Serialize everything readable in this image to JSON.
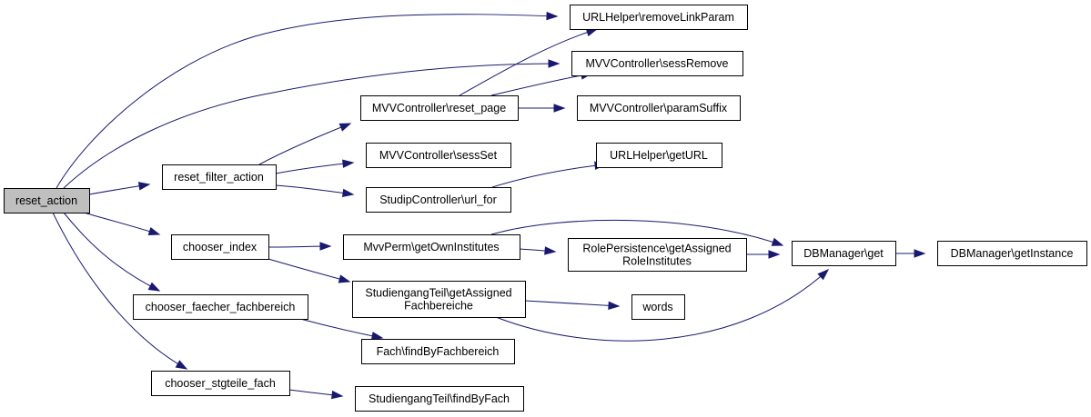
{
  "diagram": {
    "nodes": [
      {
        "id": "reset_action",
        "lines": [
          "reset_action"
        ],
        "root": true
      },
      {
        "id": "reset_filter_action",
        "lines": [
          "reset_filter_action"
        ]
      },
      {
        "id": "chooser_index",
        "lines": [
          "chooser_index"
        ]
      },
      {
        "id": "chooser_faecher_fachbereich",
        "lines": [
          "chooser_faecher_fachbereich"
        ]
      },
      {
        "id": "chooser_stgteile_fach",
        "lines": [
          "chooser_stgteile_fach"
        ]
      },
      {
        "id": "urlhelper_removelinkparam",
        "lines": [
          "URLHelper\\removeLinkParam"
        ]
      },
      {
        "id": "mvvcontroller_sessremove",
        "lines": [
          "MVVController\\sessRemove"
        ]
      },
      {
        "id": "mvvcontroller_reset_page",
        "lines": [
          "MVVController\\reset_page"
        ]
      },
      {
        "id": "mvvcontroller_paramsuffix",
        "lines": [
          "MVVController\\paramSuffix"
        ]
      },
      {
        "id": "mvvcontroller_sessset",
        "lines": [
          "MVVController\\sessSet"
        ]
      },
      {
        "id": "urlhelper_geturl",
        "lines": [
          "URLHelper\\getURL"
        ]
      },
      {
        "id": "studipcontroller_url_for",
        "lines": [
          "StudipController\\url_for"
        ]
      },
      {
        "id": "mvvperm_getowninstitutes",
        "lines": [
          "MvvPerm\\getOwnInstitutes"
        ]
      },
      {
        "id": "rolepersistence_getassignedroleinstitutes",
        "lines": [
          "RolePersistence\\getAssigned",
          "RoleInstitutes"
        ]
      },
      {
        "id": "dbmanager_get",
        "lines": [
          "DBManager\\get"
        ]
      },
      {
        "id": "dbmanager_getinstance",
        "lines": [
          "DBManager\\getInstance"
        ]
      },
      {
        "id": "studiengangteil_getassignedfachbereiche",
        "lines": [
          "StudiengangTeil\\getAssigned",
          "Fachbereiche"
        ]
      },
      {
        "id": "words",
        "lines": [
          "words"
        ]
      },
      {
        "id": "fach_findbyfachbereich",
        "lines": [
          "Fach\\findByFachbereich"
        ]
      },
      {
        "id": "studiengangteil_findbyfach",
        "lines": [
          "StudiengangTeil\\findByFach"
        ]
      }
    ],
    "edges": [
      {
        "from": "reset_action",
        "to": "urlhelper_removelinkparam"
      },
      {
        "from": "reset_action",
        "to": "mvvcontroller_sessremove"
      },
      {
        "from": "reset_action",
        "to": "reset_filter_action"
      },
      {
        "from": "reset_action",
        "to": "chooser_index"
      },
      {
        "from": "reset_action",
        "to": "chooser_faecher_fachbereich"
      },
      {
        "from": "reset_action",
        "to": "chooser_stgteile_fach"
      },
      {
        "from": "reset_filter_action",
        "to": "mvvcontroller_reset_page"
      },
      {
        "from": "reset_filter_action",
        "to": "mvvcontroller_sessset"
      },
      {
        "from": "reset_filter_action",
        "to": "studipcontroller_url_for"
      },
      {
        "from": "mvvcontroller_reset_page",
        "to": "urlhelper_removelinkparam"
      },
      {
        "from": "mvvcontroller_reset_page",
        "to": "mvvcontroller_sessremove"
      },
      {
        "from": "mvvcontroller_reset_page",
        "to": "mvvcontroller_paramsuffix"
      },
      {
        "from": "studipcontroller_url_for",
        "to": "urlhelper_geturl"
      },
      {
        "from": "chooser_index",
        "to": "mvvperm_getowninstitutes"
      },
      {
        "from": "chooser_index",
        "to": "studiengangteil_getassignedfachbereiche"
      },
      {
        "from": "mvvperm_getowninstitutes",
        "to": "rolepersistence_getassignedroleinstitutes"
      },
      {
        "from": "mvvperm_getowninstitutes",
        "to": "dbmanager_get"
      },
      {
        "from": "rolepersistence_getassignedroleinstitutes",
        "to": "dbmanager_get"
      },
      {
        "from": "dbmanager_get",
        "to": "dbmanager_getinstance"
      },
      {
        "from": "studiengangteil_getassignedfachbereiche",
        "to": "words"
      },
      {
        "from": "studiengangteil_getassignedfachbereiche",
        "to": "dbmanager_get"
      },
      {
        "from": "chooser_faecher_fachbereich",
        "to": "fach_findbyfachbereich"
      },
      {
        "from": "chooser_stgteile_fach",
        "to": "studiengangteil_findbyfach"
      }
    ]
  }
}
